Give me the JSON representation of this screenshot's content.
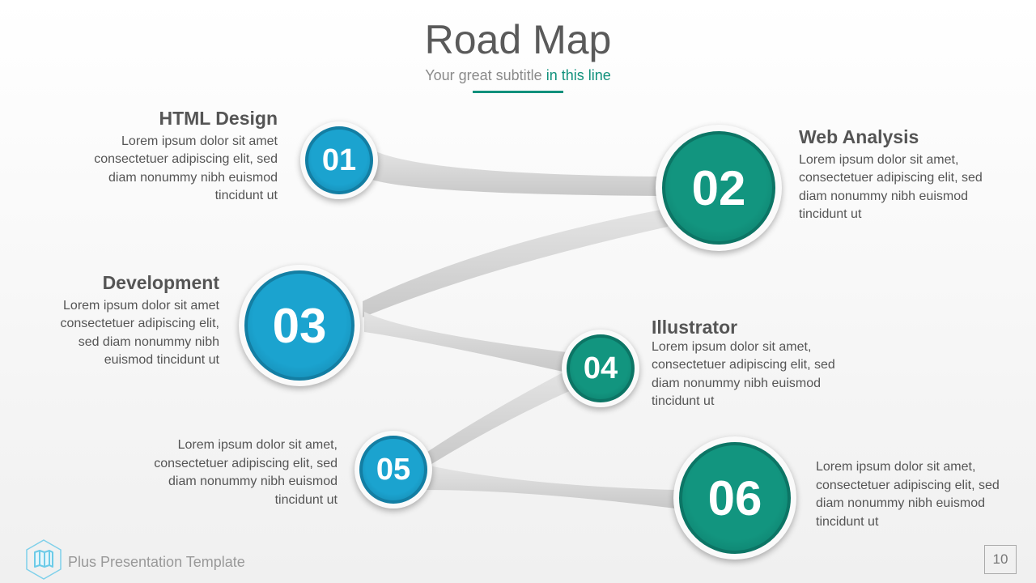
{
  "header": {
    "title": "Road Map",
    "subtitle_a": "Your great subtitle",
    "subtitle_b": "in this line"
  },
  "colors": {
    "blue": "#1ba3cf",
    "teal": "#12957f"
  },
  "steps": [
    {
      "num": "01",
      "title": "HTML Design",
      "text": "Lorem ipsum dolor sit amet consectetuer adipiscing elit, sed diam nonummy nibh euismod tincidunt ut"
    },
    {
      "num": "02",
      "title": "Web Analysis",
      "text": "Lorem ipsum dolor sit amet, consectetuer adipiscing elit, sed diam nonummy nibh euismod tincidunt ut"
    },
    {
      "num": "03",
      "title": "Development",
      "text": "Lorem ipsum dolor sit amet consectetuer adipiscing elit, sed diam nonummy nibh euismod tincidunt ut"
    },
    {
      "num": "04",
      "title": "Illustrator",
      "text": "Lorem ipsum dolor sit amet, consectetuer adipiscing elit, sed diam nonummy nibh euismod tincidunt ut"
    },
    {
      "num": "05",
      "text": "Lorem ipsum dolor sit amet, consectetuer adipiscing elit, sed diam nonummy nibh euismod tincidunt ut"
    },
    {
      "num": "06",
      "text": "Lorem ipsum dolor sit amet, consectetuer adipiscing elit, sed diam nonummy nibh euismod tincidunt ut"
    }
  ],
  "footer": {
    "brand": "Plus Presentation Template",
    "page": "10",
    "icon": "map-icon"
  }
}
